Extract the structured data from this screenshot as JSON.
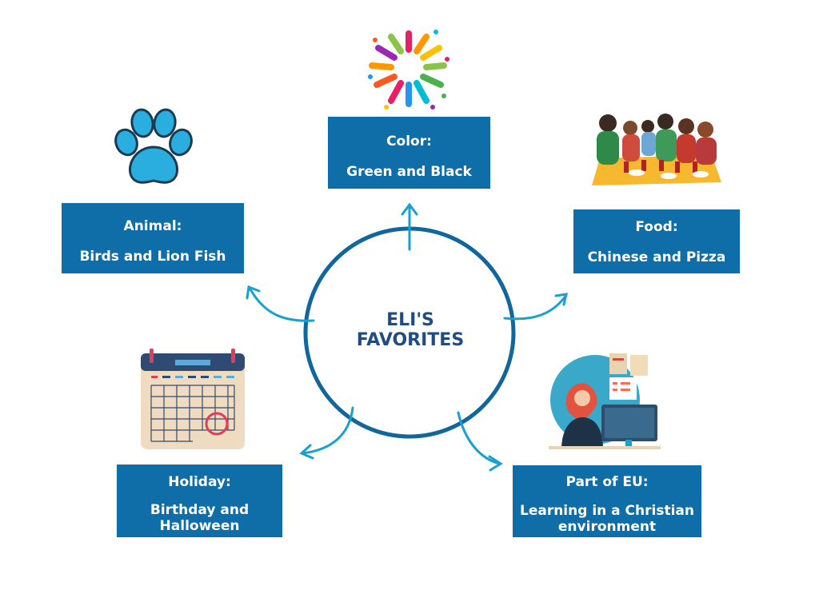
{
  "center": {
    "title": "ELI'S\nFAVORITES"
  },
  "topics": [
    {
      "id": "color",
      "heading": "Color:",
      "value": "Green and Black",
      "icon": "fireworks-icon"
    },
    {
      "id": "food",
      "heading": "Food:",
      "value": "Chinese and Pizza",
      "icon": "family-dinner-illustration"
    },
    {
      "id": "eu",
      "heading": "Part of EU:",
      "value": "Learning in a Christian environment",
      "icon": "woman-at-computer-illustration"
    },
    {
      "id": "holiday",
      "heading": "Holiday:",
      "value": "Birthday and Halloween",
      "icon": "calendar-icon"
    },
    {
      "id": "animal",
      "heading": "Animal:",
      "value": "Birds and Lion Fish",
      "icon": "paw-print-icon"
    }
  ],
  "colors": {
    "box": "#0f6ea7",
    "circle": "#11679b",
    "arrow": "#1aa0cf",
    "title": "#1f4c82"
  }
}
